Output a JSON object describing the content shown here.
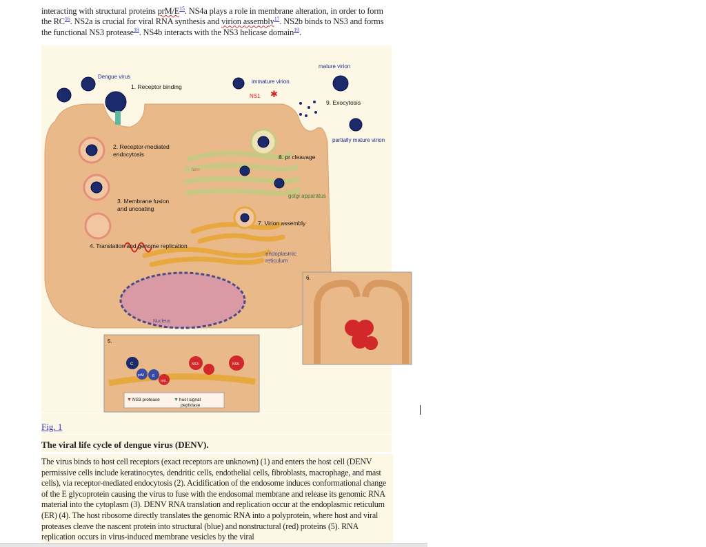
{
  "intro": {
    "line1_a": "interacting with structural proteins ",
    "line1_prme": "prM/E",
    "line1_ref1": "15",
    "line1_b": ". NS4a plays a role in membrane alteration, in order to form",
    "line2_a": "the RC",
    "line2_ref2": "16",
    "line2_b": ". NS2a is crucial for viral RNA synthesis and ",
    "line2_virion": "virion assembly",
    "line2_ref3": "17",
    "line2_c": ". NS2b binds to NS3 and forms",
    "line3_a": "the functional NS3 protease",
    "line3_ref4": "18",
    "line3_b": ". NS4b interacts with the NS3 helicase domain",
    "line3_ref5": "19",
    "line3_c": "."
  },
  "figure": {
    "labels": {
      "dengue_virus": "Dengue virus",
      "step1": "1. Receptor binding",
      "step2a": "2. Receptor-mediated",
      "step2b": "endocytosis",
      "step3a": "3. Membrane fusion",
      "step3b": "and uncoating",
      "step4": "4. Translation and genome replication",
      "step5": "5.",
      "step6": "6.",
      "step7": "7. Virion assembly",
      "step8": "8. pr cleavage",
      "step9": "9. Exocytosis",
      "mature_virion": "mature virion",
      "immature_virion": "immature virion",
      "ns1": "NS1",
      "partially_mature": "partially mature virion",
      "furin": "furin",
      "golgi": "golgi apparatus",
      "er_a": "endoplasmic",
      "er_b": "reticulum",
      "nucleus": "Nucleus",
      "ns3_protease": "NS3 protease",
      "host_signal_a": "host signal",
      "host_signal_b": "peptidase",
      "c": "C",
      "prm": "prM",
      "e": "E",
      "ns1_small": "NS1",
      "ns3": "NS3",
      "ns5": "NS5"
    },
    "colors": {
      "cell": "#e9b98a",
      "virion": "#1a2a6a",
      "golgi": "#c8c883",
      "er": "#e8a840",
      "nucleus": "#d99aa5",
      "ns_red": "#d0282b",
      "label_blue": "#1a2a8a"
    }
  },
  "fig_link": "Fig. 1",
  "fig_title": "The viral life cycle of dengue virus (DENV).",
  "legend": "The virus binds to host cell receptors (exact receptors are unknown) (1) and enters the host cell (DENV permissive cells include keratinocytes, dendritic cells, endothelial cells, fibroblasts, macrophage, and mast cells), via receptor-mediated endocytosis (2). Acidification of the endosome induces conformational change of the E glycoprotein causing the virus to fuse with the endosomal membrane and release its genomic RNA material into the cytoplasm (3). DENV RNA translation and replication occur at the endoplasmic reticulum (ER) (4). The host ribosome directly translates the genomic RNA into a polyprotein, where host and viral proteases cleave the nascent protein into structural (blue) and nonstructural (red) proteins (5). RNA replication occurs in virus-induced membrane vesicles by the viral"
}
